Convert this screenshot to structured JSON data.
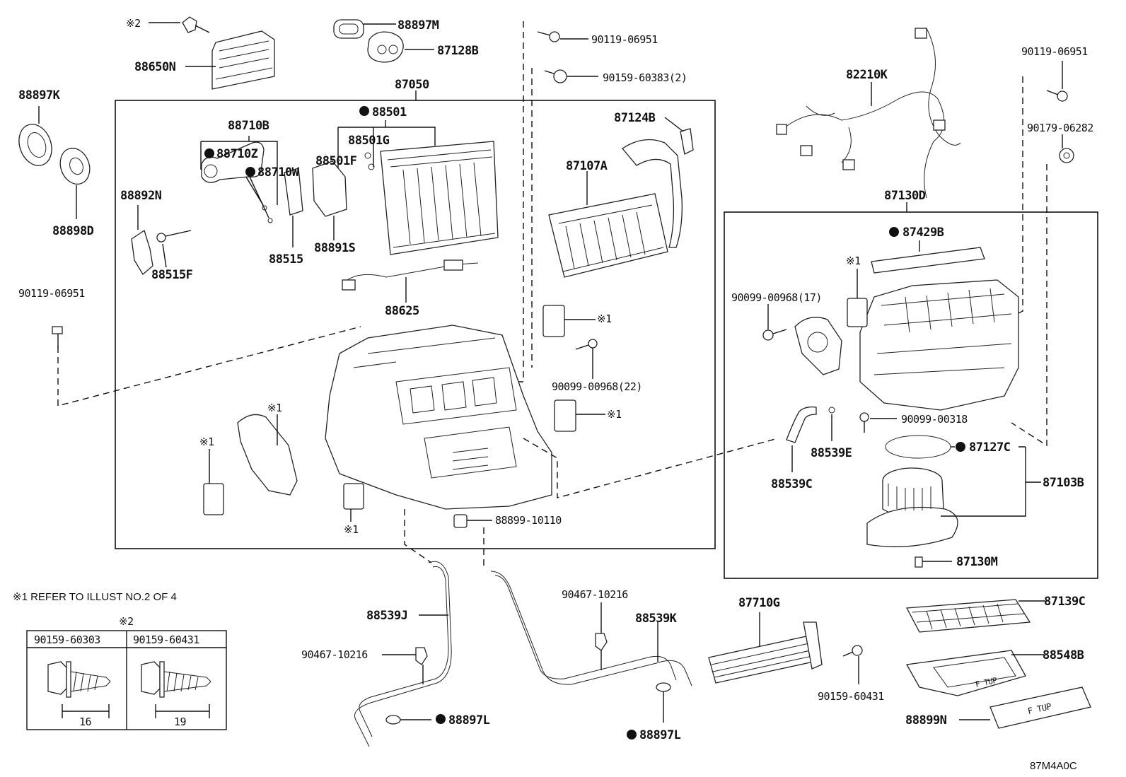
{
  "labels": {
    "l_88650N": "88650N",
    "l_x2_top": "※2",
    "l_88897M": "88897M",
    "l_87128B": "87128B",
    "l_90119_top": "90119-06951",
    "l_90159_60383": "90159-60383(2)",
    "l_87050": "87050",
    "l_88897K": "88897K",
    "l_88898D": "88898D",
    "l_88501": "88501",
    "l_88710B": "88710B",
    "l_88710Z": "88710Z",
    "l_88710W": "88710W",
    "l_88501G": "88501G",
    "l_88501F": "88501F",
    "l_88892N": "88892N",
    "l_88515F": "88515F",
    "l_88515": "88515",
    "l_88891S": "88891S",
    "l_87124B": "87124B",
    "l_87107A": "87107A",
    "l_88625": "88625",
    "l_90119_left": "90119-06951",
    "l_x1_a": "※1",
    "l_x1_b": "※1",
    "l_x1_c": "※1",
    "l_x1_d": "※1",
    "l_x1_e": "※1",
    "l_x1_f": "※1",
    "l_90099_00968_22": "90099-00968(22)",
    "l_88899_10110": "88899-10110",
    "l_82210K": "82210K",
    "l_90119_right": "90119-06951",
    "l_90179_06282": "90179-06282",
    "l_87130D": "87130D",
    "l_87429B": "87429B",
    "l_90099_00968_17": "90099-00968(17)",
    "l_90099_00318": "90099-00318",
    "l_88539E": "88539E",
    "l_88539C": "88539C",
    "l_87127C": "87127C",
    "l_87103B": "87103B",
    "l_87130M": "87130M",
    "l_88539J": "88539J",
    "l_90467_left": "90467-10216",
    "l_88897L_left": "88897L",
    "l_90467_mid": "90467-10216",
    "l_88539K": "88539K",
    "l_88897L_mid": "88897L",
    "l_87710G": "87710G",
    "l_90159_60431_b": "90159-60431",
    "l_87139C": "87139C",
    "l_88548B": "88548B",
    "l_88899N": "88899N",
    "l_code": "87M4A0C"
  },
  "note": "※1 REFER TO ILLUST NO.2 OF 4",
  "table": {
    "title": "※2",
    "col1": "90159-60303",
    "col2": "90159-60431",
    "dim1": "16",
    "dim2": "19"
  },
  "tags": {
    "ftup1": "F TUP",
    "ftup2": "F TUP"
  }
}
